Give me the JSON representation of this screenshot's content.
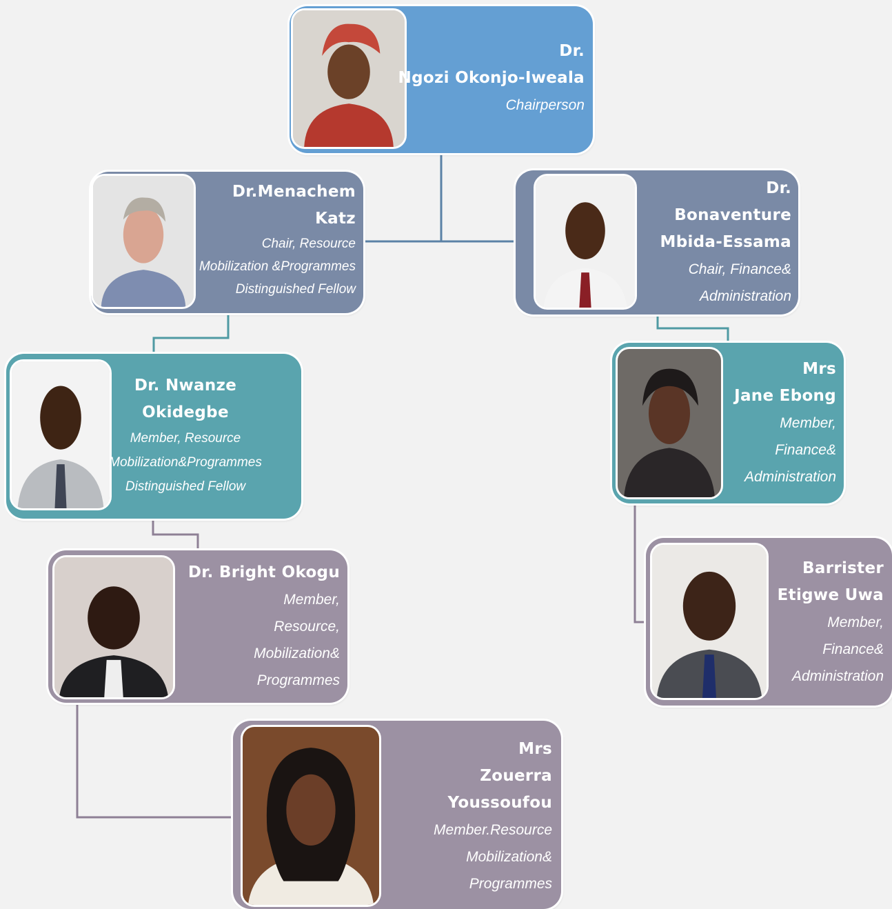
{
  "colors": {
    "background": "#f2f2f2",
    "chair_blue": "#649fd3",
    "slate": "#7a8aa6",
    "teal": "#5aa4ae",
    "mauve": "#9c91a3",
    "connector_blue": "#5b82a6",
    "connector_teal": "#4f9aa3",
    "connector_mauve": "#8e8095"
  },
  "members": [
    {
      "id": "okonjo-iweala",
      "name_lines": [
        "Dr.",
        "Ngozi Okonjo-Iweala"
      ],
      "role": "Chairperson",
      "photo": "portrait-photo"
    },
    {
      "id": "katz",
      "name_lines": [
        "Dr.Menachem",
        "Katz"
      ],
      "role": "Chair, Resource\nMobilization &Programmes\nDistinguished Fellow",
      "photo": "portrait-photo"
    },
    {
      "id": "mbida-essama",
      "name_lines": [
        "Dr.",
        "Bonaventure",
        "Mbida-Essama"
      ],
      "role": "Chair, Finance&\nAdministration",
      "photo": "portrait-photo"
    },
    {
      "id": "okidegbe",
      "name_lines": [
        "Dr. Nwanze",
        "Okidegbe"
      ],
      "role": "Member, Resource\nMobilization&Programmes\nDistinguished Fellow",
      "photo": "portrait-photo"
    },
    {
      "id": "ebong",
      "name_lines": [
        "Mrs",
        "Jane Ebong"
      ],
      "role": "Member,\nFinance&\nAdministration",
      "photo": "portrait-photo"
    },
    {
      "id": "okogu",
      "name_lines": [
        "Dr.  Bright Okogu"
      ],
      "role": "Member,\nResource,\nMobilization&\nProgrammes",
      "photo": "portrait-photo"
    },
    {
      "id": "uwa",
      "name_lines": [
        "Barrister",
        "Etigwe Uwa"
      ],
      "role": "Member,\nFinance&\nAdministration",
      "photo": "portrait-photo"
    },
    {
      "id": "youssoufou",
      "name_lines": [
        "Mrs",
        "Zouerra",
        "Youssoufou"
      ],
      "role": "Member.Resource\nMobilization&\nProgrammes",
      "photo": "portrait-photo"
    }
  ]
}
